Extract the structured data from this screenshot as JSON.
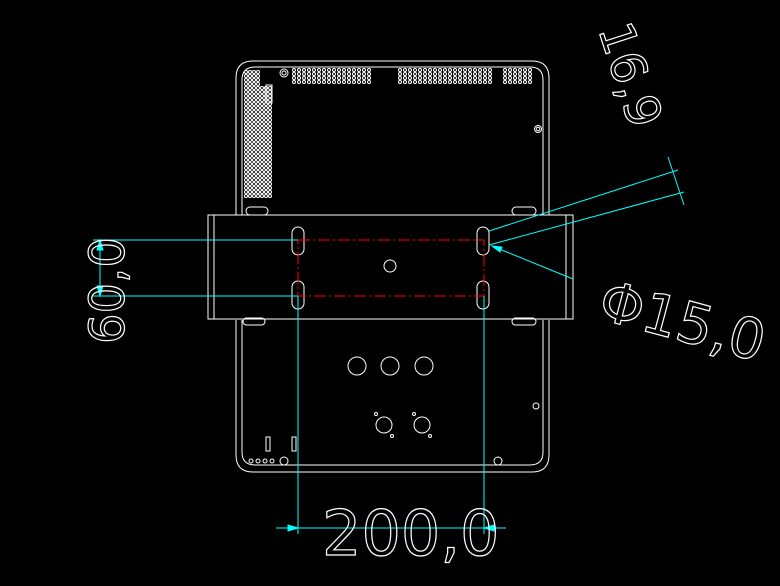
{
  "drawing": {
    "background": "#000000",
    "colors": {
      "outline": "#ffffff",
      "dimension": "#00ffff",
      "centerline": "#ff0000"
    },
    "dimensions": {
      "top_right": "16,9",
      "right": "Φ15,0",
      "left": "60,0",
      "bottom": "200,0"
    }
  }
}
